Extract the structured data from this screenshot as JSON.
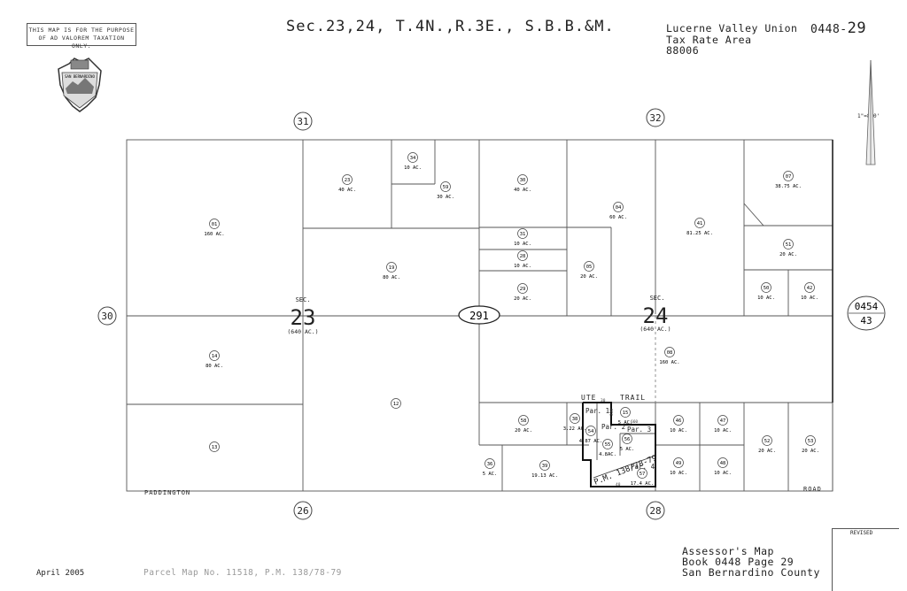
{
  "disclaimer": {
    "line1": "THIS MAP IS FOR THE PURPOSE",
    "line2": "OF AD VALOREM TAXATION ONLY."
  },
  "title": "Sec.23,24, T.4N.,R.3E., S.B.B.&M.",
  "tax_rate_area": {
    "line1": "Lucerne Valley Union",
    "line2": "Tax Rate Area",
    "line3": "88006"
  },
  "book_page": {
    "book": "0448-",
    "page": "29"
  },
  "scale": "1\"=800'",
  "seal_text": "SAN BERNARDINO",
  "date": "April 2005",
  "parcel_map_ref": "Parcel Map No. 11518, P.M. 138/78-79",
  "assessor": {
    "line1": "Assessor's Map",
    "line2": "Book 0448 Page 29",
    "line3": "San Bernardino County"
  },
  "revised": "REVISED",
  "adjacent_sections": {
    "top_left": "31",
    "top_right": "32",
    "left": "30",
    "bottom_left": "26",
    "bottom_right": "28"
  },
  "adjacent_map": {
    "book": "0454",
    "page": "43"
  },
  "road_number": "291",
  "roads": {
    "ute": "UTE",
    "trail": "TRAIL",
    "paddington": "PADDINGTON",
    "road": "ROAD"
  },
  "sections": [
    {
      "label": "SEC.",
      "number": "23",
      "acres": "(640 AC.)"
    },
    {
      "label": "SEC.",
      "number": "24",
      "acres": "(640 AC.)"
    }
  ],
  "parcels": [
    {
      "num": "01",
      "acres": "160 AC."
    },
    {
      "num": "23",
      "acres": "40 AC."
    },
    {
      "num": "34",
      "acres": "10 AC."
    },
    {
      "num": "59",
      "acres": "30 AC."
    },
    {
      "num": "19",
      "acres": "80 AC."
    },
    {
      "num": "14",
      "acres": "80 AC."
    },
    {
      "num": "12",
      "acres": ""
    },
    {
      "num": "13",
      "acres": ""
    },
    {
      "num": "30",
      "acres": "40 AC."
    },
    {
      "num": "31",
      "acres": "10 AC."
    },
    {
      "num": "28",
      "acres": "10 AC."
    },
    {
      "num": "29",
      "acres": "20 AC."
    },
    {
      "num": "04",
      "acres": "60 AC."
    },
    {
      "num": "05",
      "acres": "20 AC."
    },
    {
      "num": "41",
      "acres": "81.25 AC."
    },
    {
      "num": "07",
      "acres": "38.75 AC."
    },
    {
      "num": "51",
      "acres": "20 AC."
    },
    {
      "num": "50",
      "acres": "10 AC."
    },
    {
      "num": "42",
      "acres": "10 AC."
    },
    {
      "num": "08",
      "acres": "160 AC."
    },
    {
      "num": "58",
      "acres": "20 AC."
    },
    {
      "num": "38",
      "acres": "3.22 AC."
    },
    {
      "num": "54",
      "acres": "4.87 AC."
    },
    {
      "num": "55",
      "acres": "4.8AC."
    },
    {
      "num": "15",
      "acres": "5 AC."
    },
    {
      "num": "56",
      "acres": "5 AC."
    },
    {
      "num": "57",
      "acres": "17.4 AC."
    },
    {
      "num": "36",
      "acres": "5 AC."
    },
    {
      "num": "39",
      "acres": "19.13 AC."
    },
    {
      "num": "46",
      "acres": "10 AC."
    },
    {
      "num": "47",
      "acres": "10 AC."
    },
    {
      "num": "49",
      "acres": "10 AC."
    },
    {
      "num": "48",
      "acres": "10 AC."
    },
    {
      "num": "52",
      "acres": "20 AC."
    },
    {
      "num": "53",
      "acres": "20 AC."
    }
  ],
  "parcel_map_parcels": [
    "Par. 1",
    "Par. 2",
    "Par. 3",
    "Par. 4"
  ],
  "pm_label": "P.M. 138/78-79",
  "small_dims": {
    "d1": "30",
    "d2": "330",
    "d3": "660",
    "d4": "40"
  }
}
